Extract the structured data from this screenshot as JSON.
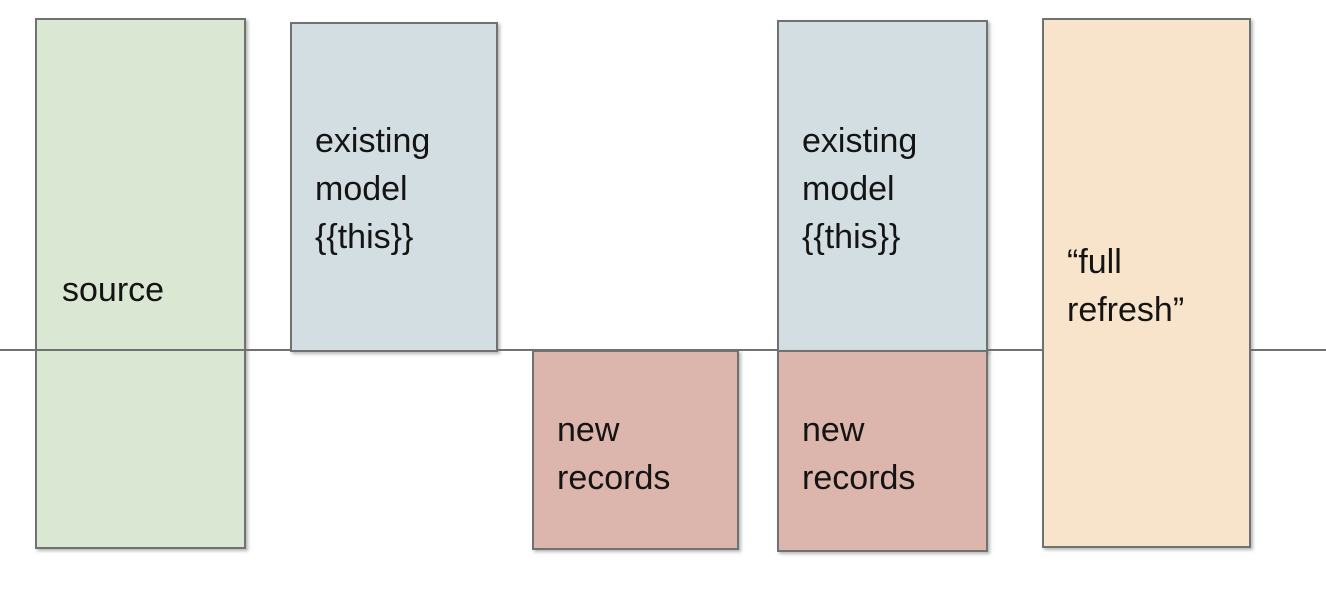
{
  "colors": {
    "background": "#ffffff",
    "source_fill": "#dae7d2",
    "existing_model_fill": "#d2dee2",
    "new_records_fill": "#dcb6ac",
    "full_refresh_fill": "#f8e4cb",
    "border": "#6f7271",
    "divider_line": "#6f7271",
    "text": "#141414"
  },
  "boxes": {
    "source": {
      "label": "source"
    },
    "existing_model_1": {
      "label": "existing\nmodel\n{{this}}"
    },
    "new_records_1": {
      "label": "new\nrecords"
    },
    "existing_model_2": {
      "label": "existing\nmodel\n{{this}}"
    },
    "new_records_2": {
      "label": "new\nrecords"
    },
    "full_refresh": {
      "label": "“full\nrefresh”"
    }
  }
}
